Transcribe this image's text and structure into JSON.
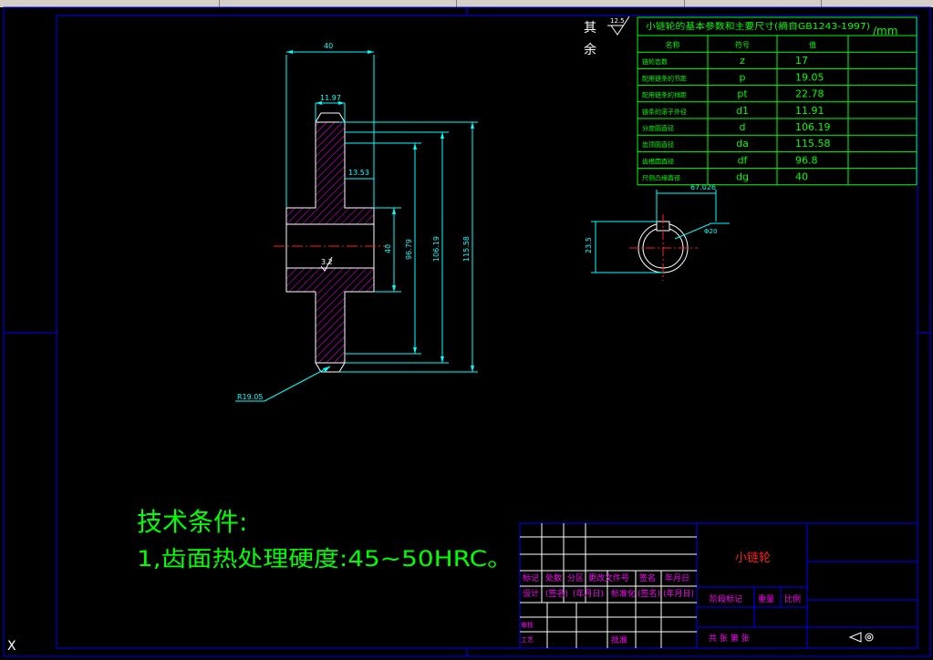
{
  "drawing": {
    "surface_roughness_other": {
      "line1": "其",
      "line2": "余",
      "value": "12.5"
    },
    "inner_roughness": "3.2",
    "dimensions": {
      "width_overall": "40",
      "tooth_width": "11.97",
      "hub_offset": "13.53",
      "bore": "40",
      "root_dia": "96.79",
      "pitch_dia": "106.19",
      "outer_dia": "115.58",
      "fillet_radius": "R19.05",
      "keyway_width": "67.026",
      "keyway_depth": "23.5",
      "bore_tol": "Φ20"
    },
    "params_table": {
      "title": "小链轮的基本参数和主要尺寸(摘自GB1243-1997)",
      "unit": "/mm",
      "headers": [
        "名称",
        "符号",
        "值"
      ],
      "rows": [
        {
          "name": "链轮齿数",
          "symbol": "z",
          "value": "17"
        },
        {
          "name": "配用链条的节距",
          "symbol": "p",
          "value": "19.05"
        },
        {
          "name": "配用链条的排距",
          "symbol": "pt",
          "value": "22.78"
        },
        {
          "name": "链条的滚子外径",
          "symbol": "d1",
          "value": "11.91"
        },
        {
          "name": "分度圆直径",
          "symbol": "d",
          "value": "106.19"
        },
        {
          "name": "齿顶圆直径",
          "symbol": "da",
          "value": "115.58"
        },
        {
          "name": "齿根圆直径",
          "symbol": "df",
          "value": "96.8"
        },
        {
          "name": "尺侧凸缘直径",
          "symbol": "dg",
          "value": "40"
        }
      ]
    },
    "tech_conditions": {
      "title": "技术条件:",
      "item1": "1,齿面热处理硬度:45~50HRC。"
    },
    "title_block": {
      "part_name": "小链轮",
      "row_labels": [
        "标记",
        "处数",
        "分区",
        "更改文件号",
        "签名",
        "年月日"
      ],
      "row2_labels": [
        "设计",
        "(签名)",
        "(年月日)",
        "标准化",
        "(签名)",
        "(年月日)"
      ],
      "stage_mark": "阶段标记",
      "weight": "重量",
      "scale": "比例",
      "review": "审核",
      "process": "工艺",
      "approve": "批准",
      "sheet_text": "共  张 第  张"
    },
    "ucs_label": "X"
  },
  "colors": {
    "background": "#000000",
    "outline": "#ffffff",
    "dimension": "#00ffff",
    "table": "#00ff00",
    "frame": "#0000ff",
    "section_fill": "#ff00ff",
    "title_red": "#ff2020",
    "magenta": "#ff00ff"
  }
}
